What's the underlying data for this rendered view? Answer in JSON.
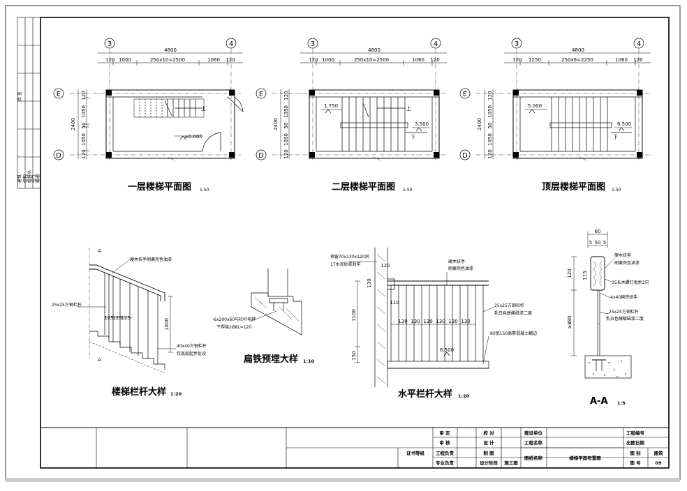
{
  "plans": {
    "p1": {
      "title": "一层楼梯平面图",
      "scale": "1:50",
      "total": "4800",
      "seg1": "120",
      "seg2": "1000",
      "seg3": "250x10=2500",
      "seg4": "1060",
      "seg5": "120",
      "level1": "±0.000",
      "up": "上"
    },
    "p2": {
      "title": "二层楼梯平面图",
      "scale": "1:50",
      "total": "4800",
      "seg1": "120",
      "seg2": "1000",
      "seg3": "250x10=2500",
      "seg4": "1060",
      "seg5": "120",
      "level1": "1.750",
      "level2": "3.500",
      "up": "上",
      "down": "下"
    },
    "p3": {
      "title": "顶层楼梯平面图",
      "scale": "1:50",
      "total": "4800",
      "seg1": "120",
      "seg2": "1250",
      "seg3": "250x9=2250",
      "seg4": "1060",
      "seg5": "120",
      "level1": "5.000",
      "level2": "6.500",
      "down": "下"
    }
  },
  "axes": {
    "a3": "3",
    "a4": "4",
    "aE": "E",
    "aD": "D"
  },
  "side_dims": {
    "total": "2400",
    "d1": "120",
    "d2": "1050",
    "d3": "50",
    "d4": "1050",
    "d5": "120"
  },
  "details": {
    "railing": {
      "title": "楼梯栏杆大样",
      "scale": "1:20",
      "section": "A",
      "n1": "硬木扶手刷栗壳色油漆",
      "n2": "25x25方钢栏杆",
      "n3": "40x40方钢栏杆",
      "n4": "仅底层起步处设",
      "d1000": "1000",
      "d125a": "125",
      "d125b": "125",
      "d125c": "125"
    },
    "flat": {
      "title": "扁铁预埋大样",
      "scale": "1:10",
      "n1": "-6x200x60与栏杆电焊",
      "n2": "下焊接2Ø8L=120"
    },
    "horiz": {
      "title": "水平栏杆大样",
      "scale": "1:20",
      "n1": "预留70x130x120洞",
      "n2": "17水泥砂浆封牢",
      "n3": "硬木扶手",
      "n4": "刷栗壳色油漆",
      "n5": "25x25方钢栏杆",
      "n6": "乳白色醇酸磁漆二度",
      "n7": "80宽150高素混凝土翻边",
      "d120": "120",
      "d130": "130",
      "d110": "110",
      "d1100": "1100",
      "d150": "150",
      "spacing": "130",
      "level": "6.500"
    },
    "aa": {
      "title": "A-A",
      "scale": "1:5",
      "d60": "60",
      "d5a": "5",
      "d50": "50",
      "d5b": "5",
      "d120": "120",
      "d115": "115",
      "d880": "≥880",
      "n1": "硬木扶手",
      "n2": "刷栗壳色油漆",
      "n3": "35长木螺钉每步2只",
      "n4": "-4x40扁铁扶手",
      "n5": "25x25方钢栏杆",
      "n6": "乳白色醇酸磁漆二度"
    }
  },
  "title_block": {
    "c1": "审 定",
    "c2": "校 对",
    "c3": "建设单位",
    "c4": "工程编号",
    "c5": "审 核",
    "c6": "设 计",
    "c7": "工程名称",
    "c8": "出图日期",
    "c9": "证书等级",
    "c10": "工程负责",
    "c11": "制 图",
    "c12": "图纸名称",
    "c13": "楼梯平面布置图",
    "c14": "图 别",
    "c15": "建筑",
    "c16": "专业负责",
    "c17": "设计阶段",
    "c18": "施工图",
    "c19": "图 号",
    "c20": "09"
  },
  "left_strip": {
    "l1": "会 签",
    "l2": "建筑",
    "l3": "结构",
    "l4": "给排水",
    "l5": "电气",
    "l6": "暖通"
  }
}
